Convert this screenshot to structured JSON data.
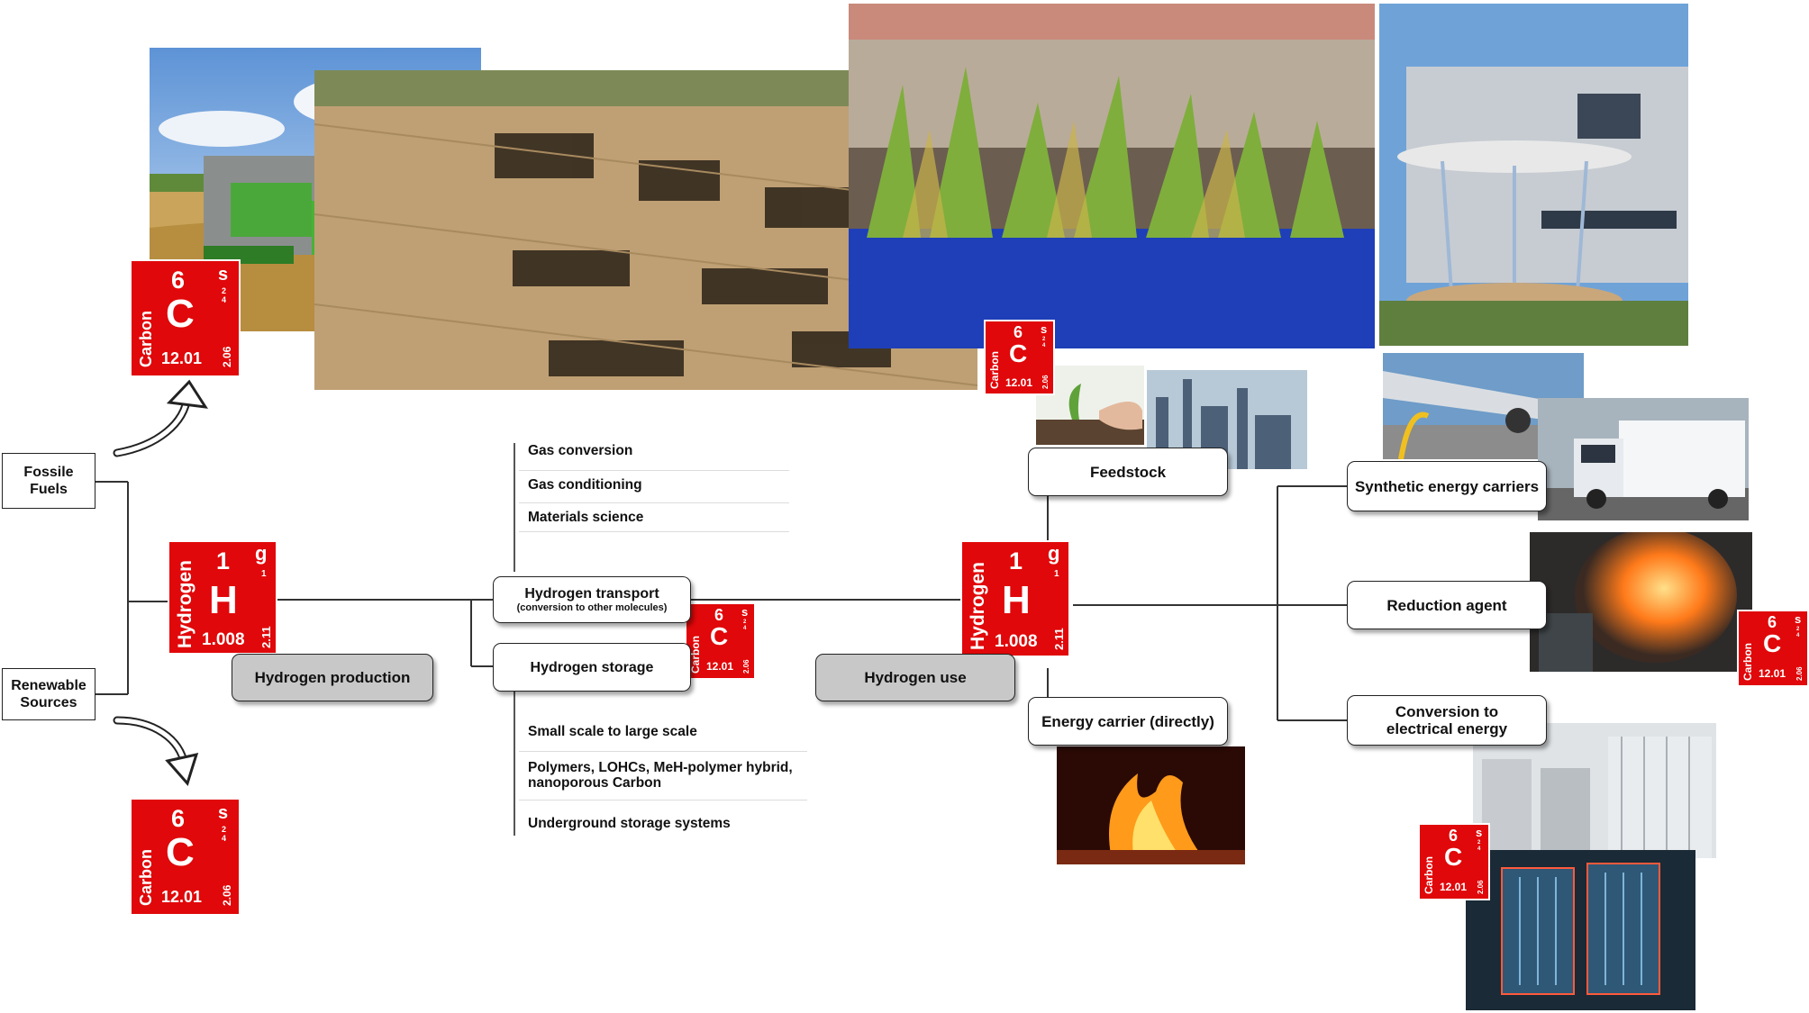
{
  "sources": {
    "fossil": "Fossile\nFuels",
    "renewable": "Renewable\nSources"
  },
  "elements": {
    "carbon": {
      "number": "6",
      "symbol": "C",
      "name": "Carbon",
      "mass": "12.01",
      "state": "s",
      "shells": "2\n4",
      "electronegativity": "2.06"
    },
    "hydrogen": {
      "number": "1",
      "symbol": "H",
      "name": "Hydrogen",
      "mass": "1.008",
      "state": "g",
      "shells": "1",
      "electronegativity": "2.11"
    }
  },
  "stages": {
    "production": "Hydrogen production",
    "use": "Hydrogen use"
  },
  "transport": {
    "title": "Hydrogen transport",
    "subtitle": "(conversion to other molecules)"
  },
  "storage": {
    "title": "Hydrogen storage"
  },
  "transport_topics": [
    "Gas conversion",
    "Gas conditioning",
    "Materials science"
  ],
  "storage_topics": [
    "Small scale to large scale",
    "Polymers, LOHCs, MeH-polymer hybrid,\nnanoporous Carbon",
    "Underground storage systems"
  ],
  "applications": {
    "feedstock": "Feedstock",
    "energy_direct": "Energy carrier (directly)",
    "synthetic": "Synthetic energy carriers",
    "reduction": "Reduction agent",
    "electrical": "Conversion to\nelectrical energy"
  },
  "colors": {
    "element_red": "#e0080a",
    "grey_box": "#c8c8c8"
  }
}
